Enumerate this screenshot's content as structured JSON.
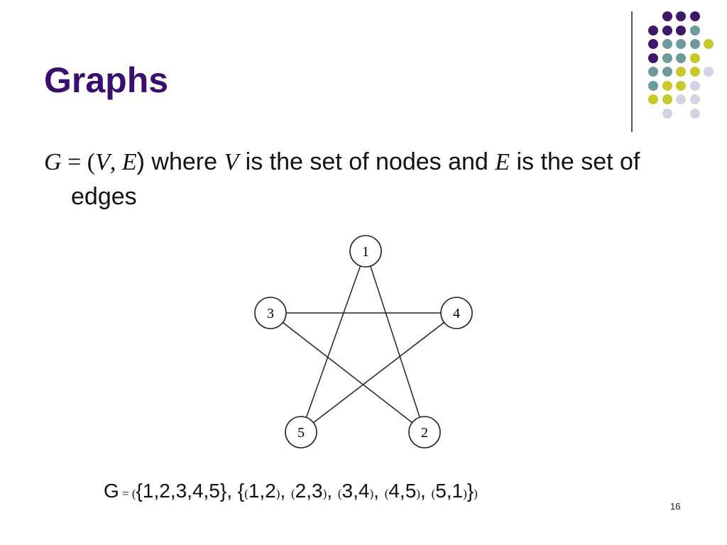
{
  "slide": {
    "title": "Graphs",
    "number": "16"
  },
  "definition": {
    "G": "G",
    "eq": " = (",
    "V": "V",
    "comma": ", ",
    "E": "E",
    "close_where": ") where ",
    "V2": "V",
    "mid": " is the set of nodes and ",
    "E2": "E",
    "end": " is the set of edges"
  },
  "graph": {
    "nodes": [
      {
        "id": "1",
        "label": "1"
      },
      {
        "id": "2",
        "label": "2"
      },
      {
        "id": "3",
        "label": "3"
      },
      {
        "id": "4",
        "label": "4"
      },
      {
        "id": "5",
        "label": "5"
      }
    ],
    "edges": [
      [
        "1",
        "2"
      ],
      [
        "2",
        "3"
      ],
      [
        "3",
        "4"
      ],
      [
        "4",
        "5"
      ],
      [
        "5",
        "1"
      ]
    ]
  },
  "edge_set": {
    "g": "G",
    "eq": " = ",
    "op": "(",
    "vertices": "{1,2,3,4,5}",
    "sep1": ", {",
    "e1": "1,2",
    "e2": "2,3",
    "e3": "3,4",
    "e4": "4,5",
    "e5": "5,1",
    "close_brace": "}",
    "cp": ")",
    "comma": ", "
  },
  "decor": {
    "colors": {
      "purple": "#3d1868",
      "teal": "#6e9a9c",
      "yellow": "#c9c82a",
      "lavender": "#d4d3e6"
    }
  }
}
